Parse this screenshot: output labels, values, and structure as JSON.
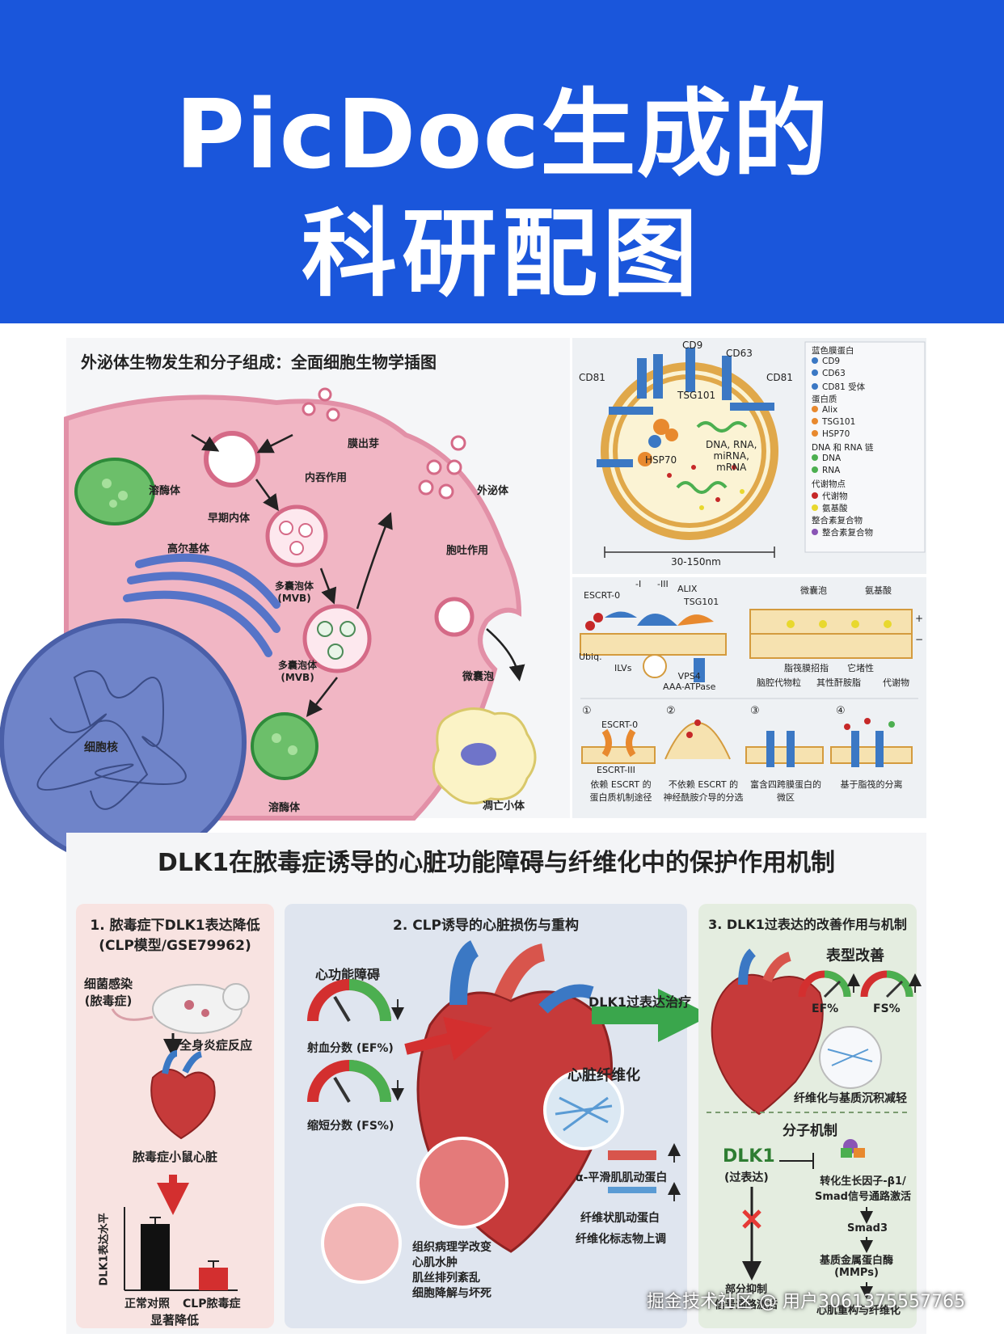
{
  "banner": {
    "line1": "PicDoc生成的",
    "line2": "科研配图"
  },
  "exosome_figure": {
    "title": "外泌体生物发生和分子组成：全面细胞生物学插图",
    "cell_labels": {
      "budding": "膜出芽",
      "endocytosis": "内吞作用",
      "lysosome_top": "溶酶体",
      "early_endosome": "早期内体",
      "golgi": "高尔基体",
      "mvb1": "多囊泡体\n(MVB)",
      "mvb2": "多囊泡体\n(MVB)",
      "exosome": "外泌体",
      "exocytosis": "胞吐作用",
      "microvesicle": "微囊泡",
      "nucleus": "细胞核",
      "lysosome_bottom": "溶酶体",
      "apoptotic_body": "凋亡小体"
    },
    "vesicle_labels": {
      "cd9": "CD9",
      "cd63": "CD63",
      "cd81_left": "CD81",
      "cd81_right": "CD81",
      "tsg101": "TSG101",
      "hsp70": "HSP70",
      "nucleic": "DNA, RNA,\nmiRNA,\nmRNA",
      "size": "30-150nm"
    },
    "legend": [
      {
        "text": "蓝色膜蛋白",
        "heading": true
      },
      {
        "text": "CD9",
        "color": "#3b78c4"
      },
      {
        "text": "CD63",
        "color": "#3b78c4"
      },
      {
        "text": "CD81 受体",
        "color": "#3b78c4"
      },
      {
        "text": "蛋白质",
        "heading": true
      },
      {
        "text": "Alix",
        "color": "#e8892e"
      },
      {
        "text": "TSG101",
        "color": "#e8892e"
      },
      {
        "text": "HSP70",
        "color": "#e8892e"
      },
      {
        "text": "DNA 和 RNA 链",
        "heading": true
      },
      {
        "text": "DNA",
        "color": "#4caf50"
      },
      {
        "text": "RNA",
        "color": "#4caf50"
      },
      {
        "text": "代谢物点",
        "heading": true
      },
      {
        "text": "代谢物",
        "color": "#c62828"
      },
      {
        "text": "氨基酸",
        "color": "#e8d82e"
      },
      {
        "text": "整合素复合物",
        "heading": true
      },
      {
        "text": "整合素复合物",
        "color": "#8a55b5"
      }
    ],
    "escrt_labels": {
      "escrt0": "ESCRT-0",
      "i": "-I",
      "iii": "-III",
      "alix": "ALIX",
      "tsg101": "TSG101",
      "ubiq": "Ubiq.",
      "ilvs": "ILVs",
      "vps4": "VPS4\nAAA-ATPase",
      "microvesicle": "微囊泡",
      "amino": "氨基酸",
      "plus": "+",
      "minus": "−",
      "lipid_raft": "脂筏膜招指",
      "other": "它堵性",
      "lumen": "脑腔代物粒",
      "other_lipid": "其性酐胺脂",
      "metab": "代谢物"
    },
    "steps": [
      {
        "num": "①",
        "top": "ESCRT-0",
        "bottom_label": "ESCRT-III",
        "caption": "依赖 ESCRT 的\n蛋白质机制途径"
      },
      {
        "num": "②",
        "caption": "不依赖 ESCRT 的\n神经酰胺介导的分选"
      },
      {
        "num": "③",
        "caption": "富含四跨膜蛋白的\n微区"
      },
      {
        "num": "④",
        "caption": "基于脂筏的分离"
      }
    ]
  },
  "dlk1_figure": {
    "title": "DLK1在脓毒症诱导的心脏功能障碍与纤维化中的保护作用机制",
    "panel1": {
      "title": "1. 脓毒症下DLK1表达降低\n(CLP模型/GSE79962)",
      "infection": "细菌感染\n(脓毒症)",
      "inflammation": "全身炎症反应",
      "heart": "脓毒症小鼠心脏",
      "ylabel": "DLK1表达水平",
      "significant": "显著降低"
    },
    "panel2": {
      "title": "2. CLP诱导的心脏损伤与重构",
      "dysfunction": "心功能障碍",
      "ef": "射血分数 (EF%)",
      "fs": "缩短分数 (FS%)",
      "fibrosis": "心脏纤维化",
      "therapy": "DLK1过表达治疗",
      "histo": "组织病理学改变\n心肌水肿\n肌丝排列紊乱\n细胞降解与坏死",
      "asma": "α-平滑肌肌动蛋白",
      "filament": "纤维状肌动蛋白",
      "marker": "纤维化标志物上调"
    },
    "panel3": {
      "title": "3. DLK1过表达的改善作用与机制",
      "phenotype": "表型改善",
      "ef": "EF%",
      "fs": "FS%",
      "reduced": "纤维化与基质沉积减轻",
      "mechanism": "分子机制",
      "dlk1": "DLK1",
      "over": "(过表达)",
      "tgf": "转化生长因子-β1/\nSmad信号通路激活",
      "smad3": "Smad3",
      "mmp": "基质金属蛋白酶\n(MMPs)",
      "partial": "部分抑制\n信号通路激活",
      "remodel": "心肌重构与纤维化"
    },
    "chart_data": {
      "type": "bar",
      "categories": [
        "正常对照",
        "CLP脓毒症"
      ],
      "values": [
        0.82,
        0.28
      ],
      "ylabel": "DLK1表达水平",
      "colors": [
        "#111111",
        "#d32f2f"
      ]
    }
  },
  "watermark": "掘金技术社区 @ 用户3061375557765"
}
